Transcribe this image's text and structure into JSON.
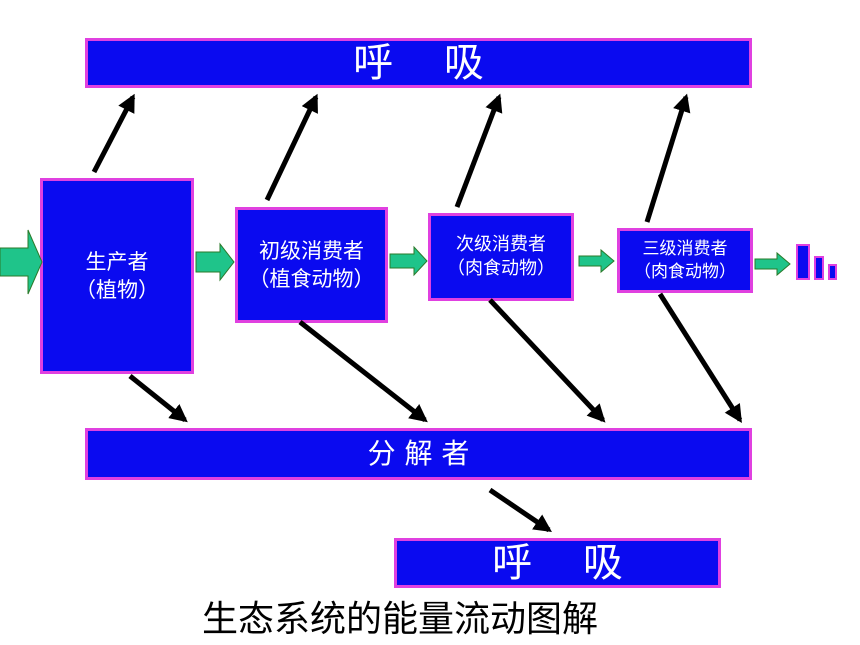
{
  "respiration_top": "呼    吸",
  "producer": {
    "line1": "生产者",
    "line2": "（植物）"
  },
  "primary_consumer": {
    "line1": "初级消费者",
    "line2": "（植食动物）"
  },
  "secondary_consumer": {
    "line1": "次级消费者",
    "line2": "（肉食动物）"
  },
  "tertiary_consumer": {
    "line1": "三级消费者",
    "line2": "（肉食动物）"
  },
  "decomposer": "分 解 者",
  "respiration_bottom": "呼    吸",
  "caption": "生态系统的能量流动图解",
  "colors": {
    "box_fill": "#0a0af0",
    "box_border": "#e040e0",
    "flow_arrow": "#1fc48a",
    "arrow": "#000000"
  }
}
